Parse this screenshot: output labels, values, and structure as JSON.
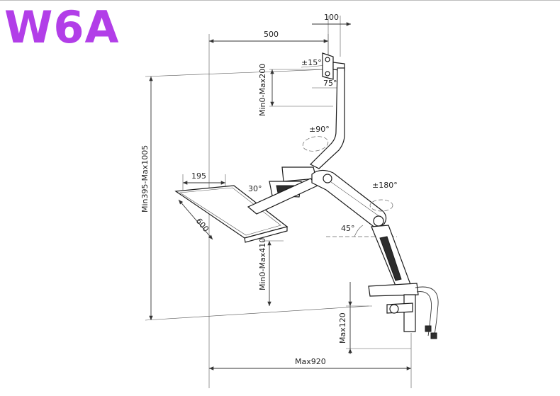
{
  "title": "W6A",
  "colors": {
    "title": "#b23ee8",
    "lines": "#333333"
  },
  "dimensions": {
    "top_width": "100",
    "reach": "500",
    "tilt_top": "±15°",
    "monitor_height": "Min0-Max200",
    "tilt_down": "75°",
    "swivel_arm": "±90°",
    "total_height": "Min395-Max1005",
    "tray_depth": "195",
    "tray_width": "600",
    "tray_tilt": "30°",
    "base_rotation": "±180°",
    "arm_angle": "45°",
    "tray_height": "Min0-Max410",
    "clamp": "Max120",
    "total_reach": "Max920"
  }
}
